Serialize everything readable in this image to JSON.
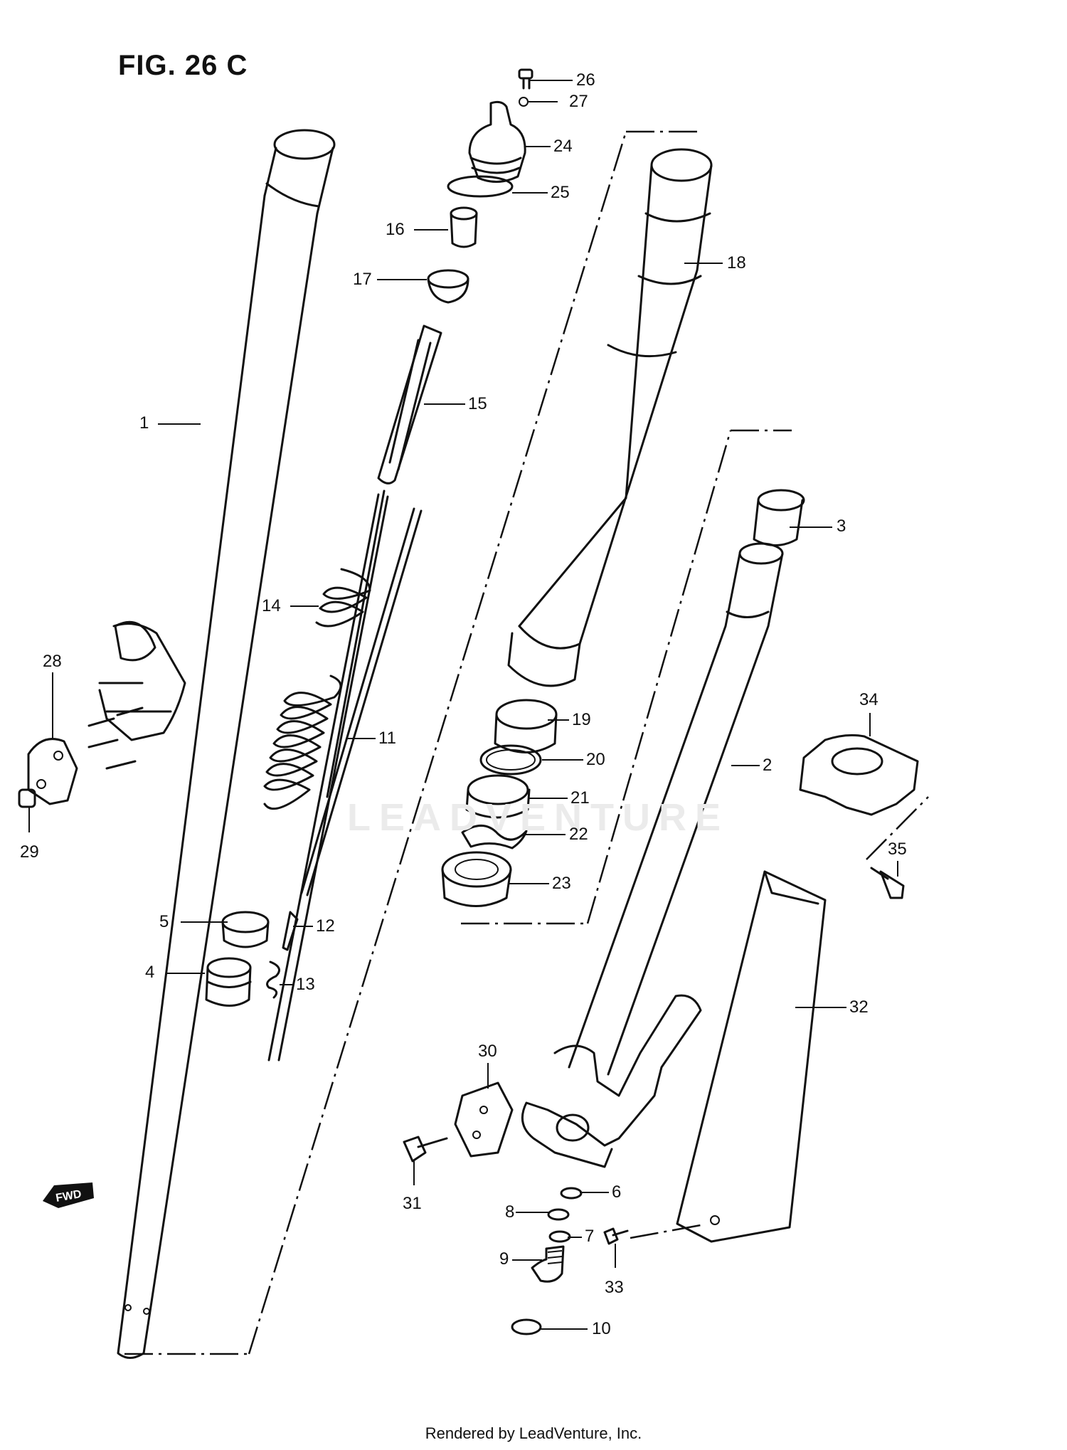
{
  "figure": {
    "title": "FIG. 26 C"
  },
  "watermark": "LEADVENTURE",
  "fwd_label": "FWD",
  "footer": "Rendered by LeadVenture, Inc.",
  "callouts": [
    {
      "id": "c1",
      "label": "1"
    },
    {
      "id": "c2",
      "label": "2"
    },
    {
      "id": "c3",
      "label": "3"
    },
    {
      "id": "c4",
      "label": "4"
    },
    {
      "id": "c5",
      "label": "5"
    },
    {
      "id": "c6",
      "label": "6"
    },
    {
      "id": "c7",
      "label": "7"
    },
    {
      "id": "c8",
      "label": "8"
    },
    {
      "id": "c9",
      "label": "9"
    },
    {
      "id": "c10",
      "label": "10"
    },
    {
      "id": "c11",
      "label": "11"
    },
    {
      "id": "c12",
      "label": "12"
    },
    {
      "id": "c13",
      "label": "13"
    },
    {
      "id": "c14",
      "label": "14"
    },
    {
      "id": "c15",
      "label": "15"
    },
    {
      "id": "c16",
      "label": "16"
    },
    {
      "id": "c17",
      "label": "17"
    },
    {
      "id": "c18",
      "label": "18"
    },
    {
      "id": "c19",
      "label": "19"
    },
    {
      "id": "c20",
      "label": "20"
    },
    {
      "id": "c21",
      "label": "21"
    },
    {
      "id": "c22",
      "label": "22"
    },
    {
      "id": "c23",
      "label": "23"
    },
    {
      "id": "c24",
      "label": "24"
    },
    {
      "id": "c25",
      "label": "25"
    },
    {
      "id": "c26",
      "label": "26"
    },
    {
      "id": "c27",
      "label": "27"
    },
    {
      "id": "c28",
      "label": "28"
    },
    {
      "id": "c29",
      "label": "29"
    },
    {
      "id": "c30",
      "label": "30"
    },
    {
      "id": "c31",
      "label": "31"
    },
    {
      "id": "c32",
      "label": "32"
    },
    {
      "id": "c33",
      "label": "33"
    },
    {
      "id": "c34",
      "label": "34"
    },
    {
      "id": "c35",
      "label": "35"
    }
  ]
}
